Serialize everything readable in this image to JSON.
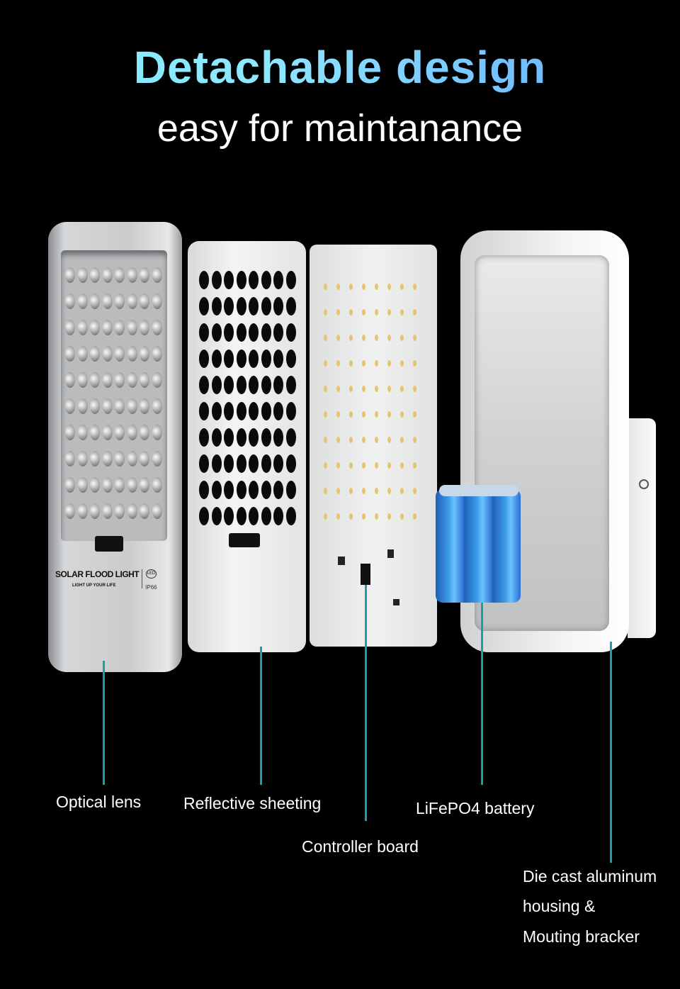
{
  "header": {
    "title": "Detachable design",
    "subtitle": "easy for maintanance"
  },
  "product": {
    "brand": "SOLAR FLOOD LIGHT",
    "slogan": "LIGHT UP YOUR LIFE",
    "led_badge": "LED",
    "ip_rating": "IP66"
  },
  "callouts": {
    "optical_lens": "Optical lens",
    "reflective_sheeting": "Reflective sheeting",
    "controller_board": "Controller board",
    "battery": "LiFePO4 battery",
    "housing": [
      "Die cast aluminum",
      "housing &",
      "Mouting bracker"
    ]
  },
  "colors": {
    "title_start": "#7ff0ff",
    "title_end": "#5fa8ff",
    "callout_line": "#1f9ca8",
    "background": "#000000"
  }
}
